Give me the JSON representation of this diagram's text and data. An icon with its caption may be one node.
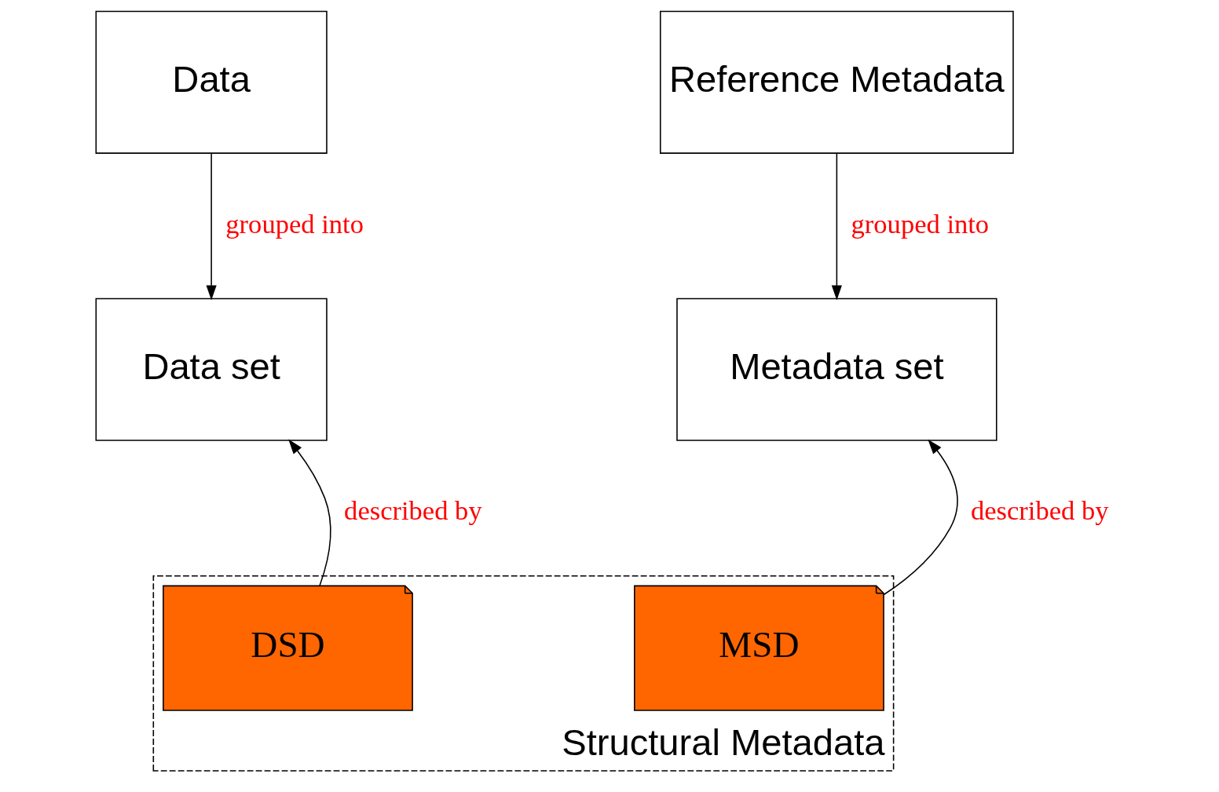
{
  "diagram": {
    "nodes": [
      {
        "text": [
          "Data"
        ]
      },
      {
        "text": [
          "Reference Metadata"
        ]
      },
      {
        "text": [
          "Data set"
        ]
      },
      {
        "text": [
          "Metadata set"
        ]
      },
      {
        "text": [
          "Structural Metadata"
        ]
      },
      {
        "text": [
          "DSD"
        ],
        "in": 4
      },
      {
        "text": [
          "MSD"
        ],
        "in": 4
      }
    ],
    "edges": [
      {
        "from": 0,
        "to": 2,
        "arrow": "to",
        "label": "grouped into"
      },
      {
        "from": 1,
        "to": 3,
        "arrow": "to",
        "label": "grouped into"
      },
      {
        "from": 5,
        "to": 2,
        "arrow": "to",
        "label": "described by"
      },
      {
        "from": 6,
        "to": 3,
        "arrow": "to",
        "label": "described by"
      }
    ]
  }
}
